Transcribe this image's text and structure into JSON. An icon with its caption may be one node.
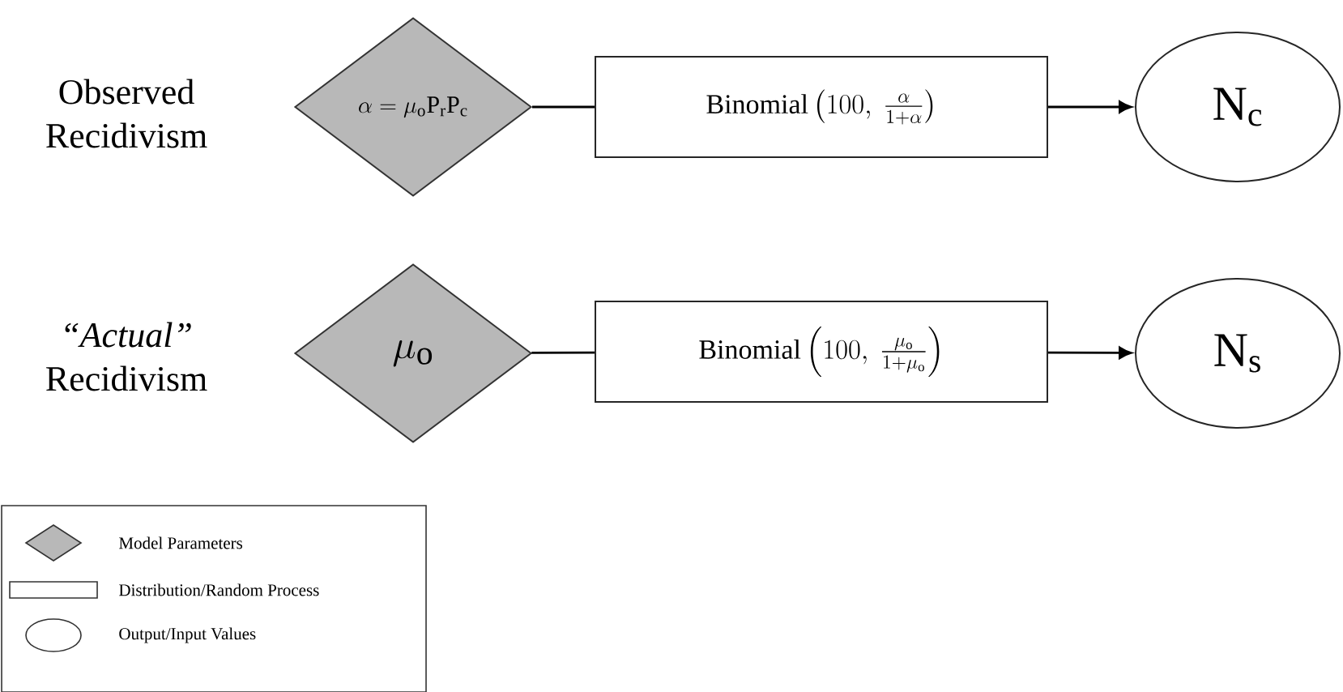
{
  "diagram": {
    "nodes": [
      {
        "text": [
          "\\alpha = \\mu_{\\mathrm{o}} \\mathrm{P}_{\\mathrm{r}} \\mathrm{P}_{\\mathrm{c}}"
        ]
      },
      {
        "text": [
          "\\mathrm{Binomial}\\left(100,\\ \\frac{\\alpha}{1+\\alpha}\\right)"
        ]
      },
      {
        "text": [
          "\\mathrm{N}_{\\mathrm{c}}"
        ]
      },
      {
        "text": [
          "\\mu_{\\mathrm{o}}"
        ]
      },
      {
        "text": [
          "\\mathrm{Binomial}\\left(100,\\ \\frac{\\mu_{\\mathrm{o}}}{1+\\mu_{\\mathrm{o}}}\\right)"
        ]
      },
      {
        "text": [
          "\\mathrm{N}_{\\mathrm{s}}"
        ]
      }
    ],
    "edges": [
      {
        "from": 0,
        "to": 1,
        "arrow": "none"
      },
      {
        "from": 1,
        "to": 2,
        "arrow": "to"
      },
      {
        "from": 3,
        "to": 4,
        "arrow": "none"
      },
      {
        "from": 4,
        "to": 5,
        "arrow": "to"
      }
    ],
    "labels": [
      "Observed Recidivism",
      "*“Actual”* Recidivism"
    ],
    "legend": [
      {
        "text": "Model Parameters"
      },
      {
        "text": "Distribution/Random Process"
      },
      {
        "text": "Output/Input Values"
      }
    ]
  }
}
